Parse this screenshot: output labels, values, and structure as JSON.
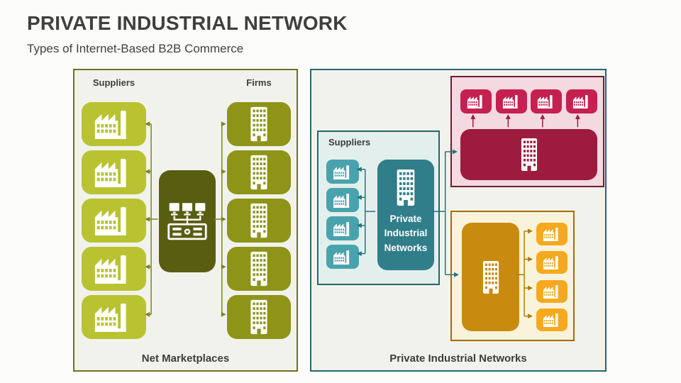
{
  "title": "PRIVATE INDUSTRIAL NETWORK",
  "subtitle": "Types of Internet-Based B2B Commerce",
  "left_panel": {
    "suppliers_label": "Suppliers",
    "firms_label": "Firms",
    "caption": "Net Marketplaces",
    "suppliers_count": 5,
    "firms_count": 5
  },
  "right_panel": {
    "caption": "Private Industrial Networks",
    "suppliers_group": {
      "label": "Suppliers",
      "suppliers_count": 4,
      "hub_label": "Private Industrial Networks"
    },
    "top_network": {
      "buyers_count": 4
    },
    "bottom_network": {
      "buyers_count": 4
    }
  },
  "icons": {
    "factory": "factory-icon",
    "office_building": "building-icon",
    "server_network": "network-icon"
  },
  "colors": {
    "lime_supplier": "#b9c331",
    "olive_firm": "#8d9418",
    "dark_olive_hub": "#595d10",
    "left_panel_border": "#70711f",
    "left_connector": "#7d831e",
    "teal_hub": "#2f7e89",
    "teal_supplier": "#48a3ad",
    "teal_border": "#26666d",
    "teal_group_bg": "#e3efed",
    "teal_connector": "#26737a",
    "crimson_big": "#9c1b3e",
    "crimson_small": "#c52050",
    "crimson_panel_bg": "#f4d9e1",
    "crimson_panel_border": "#701b35",
    "amber_big": "#c98b0d",
    "amber_small": "#f6a91e",
    "amber_panel_bg": "#faf3dc",
    "amber_panel_border": "#a36c08",
    "amber_connector": "#b07b0a",
    "panel_bg": "#f2f2ec",
    "text": "#3d3d3d"
  }
}
